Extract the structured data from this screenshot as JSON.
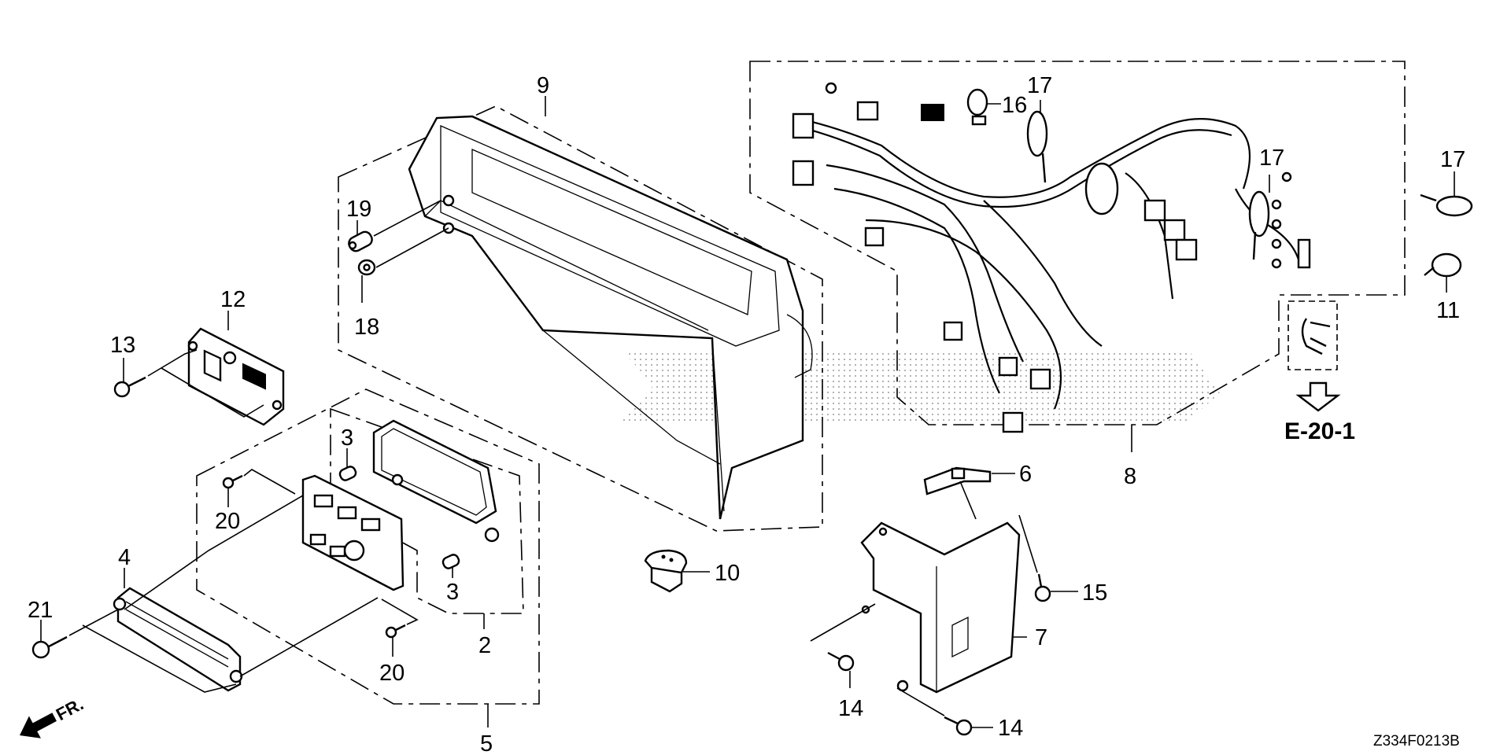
{
  "diagram": {
    "title_code": "Z334F0213B",
    "reference": "E-20-1",
    "direction_indicator": "FR.",
    "colors": {
      "ink": "#000000",
      "background": "#ffffff",
      "watermark_dots": "#9a9a9a"
    },
    "callouts": [
      {
        "id": "9",
        "part": "cover"
      },
      {
        "id": "19",
        "part": "collar-long"
      },
      {
        "id": "18",
        "part": "collar-short"
      },
      {
        "id": "12",
        "part": "module-plate"
      },
      {
        "id": "13",
        "part": "screw"
      },
      {
        "id": "3a",
        "label": "3",
        "part": "collar"
      },
      {
        "id": "3b",
        "label": "3",
        "part": "collar"
      },
      {
        "id": "20a",
        "label": "20",
        "part": "tapping-screw"
      },
      {
        "id": "20b",
        "label": "20",
        "part": "tapping-screw"
      },
      {
        "id": "2",
        "part": "control-box-assembly"
      },
      {
        "id": "5",
        "part": "control-panel-assembly"
      },
      {
        "id": "4",
        "part": "gasket-strip"
      },
      {
        "id": "21",
        "part": "flange-bolt"
      },
      {
        "id": "10",
        "part": "grommet"
      },
      {
        "id": "17a",
        "label": "17",
        "part": "cable-tie"
      },
      {
        "id": "17b",
        "label": "17",
        "part": "cable-tie"
      },
      {
        "id": "17c",
        "label": "17",
        "part": "cable-tie"
      },
      {
        "id": "16",
        "part": "wire-clamp"
      },
      {
        "id": "11",
        "part": "wire-band"
      },
      {
        "id": "8",
        "part": "wire-harness"
      },
      {
        "id": "6",
        "part": "bracket-clip"
      },
      {
        "id": "15",
        "part": "flange-bolt"
      },
      {
        "id": "7",
        "part": "bracket"
      },
      {
        "id": "14a",
        "label": "14",
        "part": "flange-bolt"
      },
      {
        "id": "14b",
        "label": "14",
        "part": "flange-bolt"
      }
    ],
    "labels": {
      "c9": "9",
      "c19": "19",
      "c18": "18",
      "c12": "12",
      "c13": "13",
      "c3a": "3",
      "c3b": "3",
      "c20a": "20",
      "c20b": "20",
      "c2": "2",
      "c5": "5",
      "c4": "4",
      "c21": "21",
      "c10": "10",
      "c17a": "17",
      "c17b": "17",
      "c17c": "17",
      "c16": "16",
      "c11": "11",
      "c8": "8",
      "c6": "6",
      "c15": "15",
      "c7": "7",
      "c14a": "14",
      "c14b": "14"
    }
  }
}
